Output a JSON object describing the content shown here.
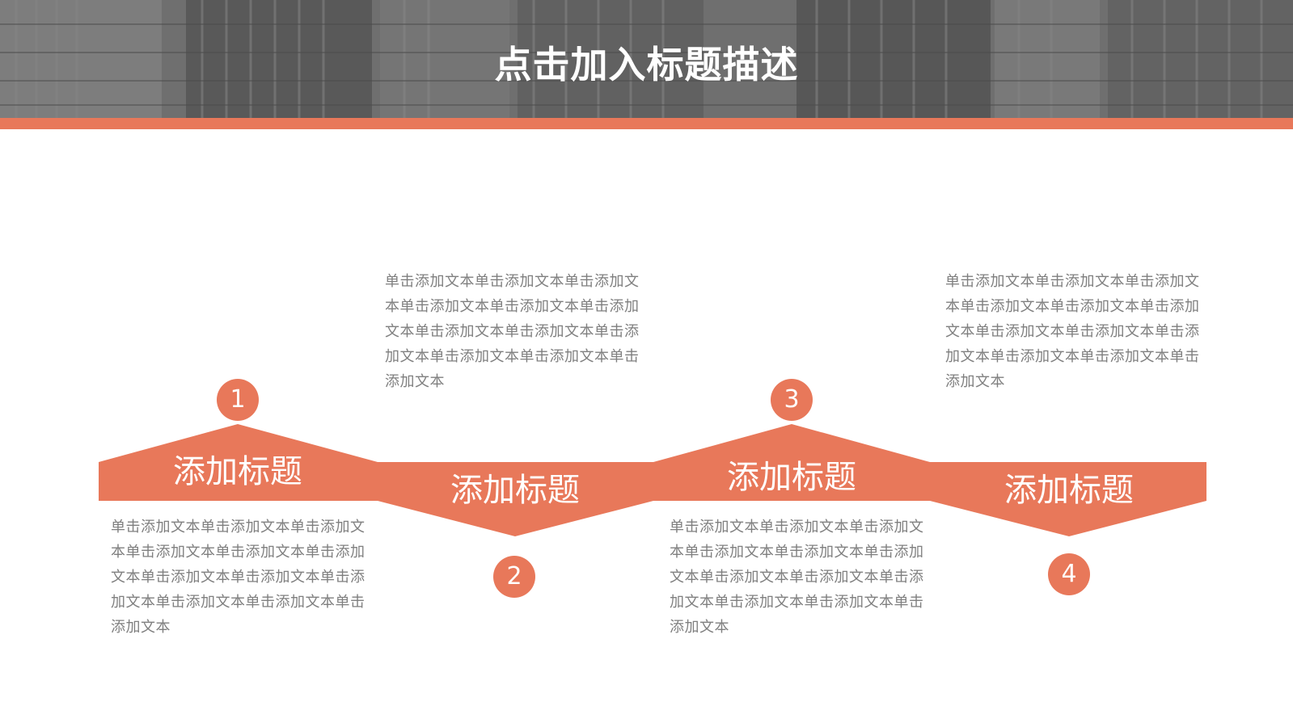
{
  "header": {
    "title": "点击加入标题描述"
  },
  "colors": {
    "accent": "#E8785A",
    "text_gray": "#7f7f7f",
    "header_gray": "#7a7a7a"
  },
  "steps": [
    {
      "number": "1",
      "title": "添加标题",
      "text": "单击添加文本单击添加文本单击添加文本单击添加文本单击添加文本单击添加文本单击添加文本单击添加文本单击添加文本单击添加文本单击添加文本单击添加文本"
    },
    {
      "number": "2",
      "title": "添加标题",
      "text": "单击添加文本单击添加文本单击添加文本单击添加文本单击添加文本单击添加文本单击添加文本单击添加文本单击添加文本单击添加文本单击添加文本单击添加文本"
    },
    {
      "number": "3",
      "title": "添加标题",
      "text": "单击添加文本单击添加文本单击添加文本单击添加文本单击添加文本单击添加文本单击添加文本单击添加文本单击添加文本单击添加文本单击添加文本单击添加文本"
    },
    {
      "number": "4",
      "title": "添加标题",
      "text": "单击添加文本单击添加文本单击添加文本单击添加文本单击添加文本单击添加文本单击添加文本单击添加文本单击添加文本单击添加文本单击添加文本单击添加文本"
    }
  ]
}
